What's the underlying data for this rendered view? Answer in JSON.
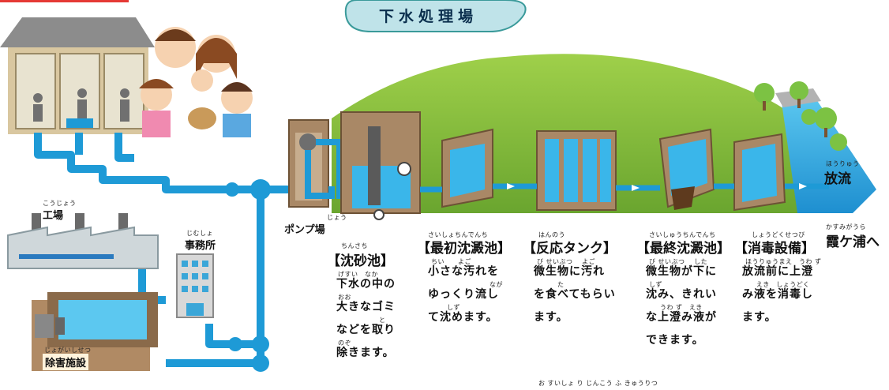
{
  "title": {
    "text": "下水処理場"
  },
  "buildings": {
    "kojo_ruby": "こうじょう",
    "kojo": "工場",
    "jimusho_ruby": "じむしょ",
    "jimusho": "事務所",
    "jogai_ruby": "じょがいしせつ",
    "jogai": "除害施設",
    "pump_ruby": "じょう",
    "pump": "ポンプ場"
  },
  "stages": [
    {
      "ruby": "ちんさち",
      "name": "【沈砂池】",
      "desc": [
        "下水の中の",
        "大きなゴミ",
        "などを取り",
        "除きます。"
      ],
      "desc_ruby": [
        "げすい　なか",
        "おお",
        "と",
        "のぞ"
      ]
    },
    {
      "ruby": "さいしょちんでんち",
      "name": "【最初沈澱池】",
      "desc": [
        "小さな汚れを",
        "ゆっくり流し",
        "て沈めます。"
      ],
      "desc_ruby": [
        "ちい　　よご",
        "なが",
        "しず"
      ]
    },
    {
      "ruby": "はんのう",
      "name": "【反応タンク】",
      "desc": [
        "微生物に汚れ",
        "を食べてもらい",
        "ます。"
      ],
      "desc_ruby": [
        "び せいぶつ　 よご",
        "た",
        ""
      ]
    },
    {
      "ruby": "さいしゅうちんでんち",
      "name": "【最終沈澱池】",
      "desc": [
        "微生物が下に",
        "沈み、きれい",
        "な上澄み液が",
        "できます。"
      ],
      "desc_ruby": [
        "び せいぶつ　 した",
        "しず",
        "うわ ず　えき",
        ""
      ]
    },
    {
      "ruby": "しょうどくせつび",
      "name": "【消毒設備】",
      "desc": [
        "放流前に上澄",
        "み液を消毒し",
        "ます。"
      ],
      "desc_ruby": [
        "ほうりゅうまえ　うわ ず",
        "えき　しょうどく",
        ""
      ]
    }
  ],
  "discharge": {
    "ruby": "ほうりゅう",
    "label": "放流"
  },
  "lake": {
    "ruby": "かすみがうら",
    "label": "霞ケ浦へ"
  },
  "bottom_ruby": "お すいしょ り じんこう ふ きゅうりつ",
  "colors": {
    "pipe": "#1e9ad6",
    "water": "#3ab6ea",
    "concrete": "#9a7a5c",
    "grass": "#8cc43e",
    "title_bg": "#bfe3e9",
    "title_border": "#3a9a9a"
  }
}
